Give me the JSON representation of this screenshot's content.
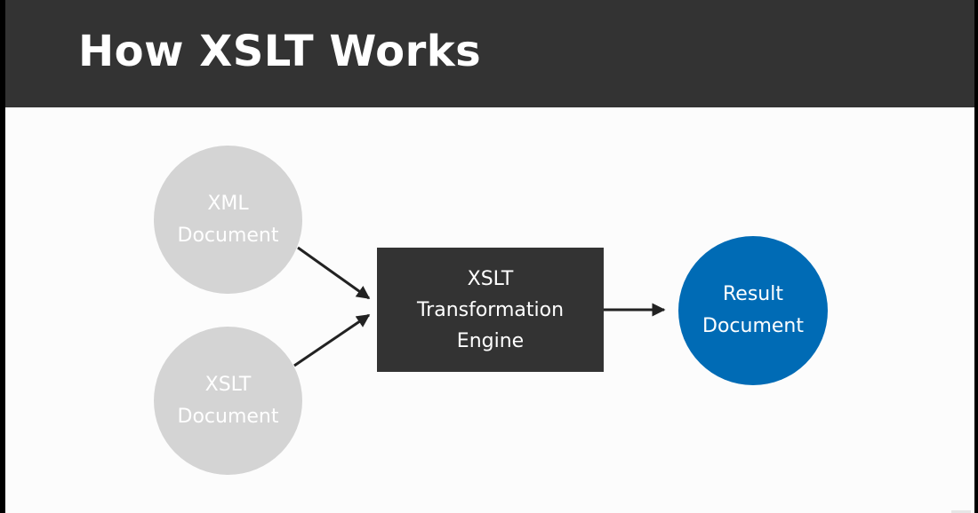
{
  "slide": {
    "title": "How XSLT Works"
  },
  "diagram": {
    "inputs": [
      {
        "line1": "XML",
        "line2": "Document"
      },
      {
        "line1": "XSLT",
        "line2": "Document"
      }
    ],
    "engine": {
      "line1": "XSLT",
      "line2": "Transformation",
      "line3": "Engine"
    },
    "output": {
      "line1": "Result",
      "line2": "Document"
    }
  },
  "colors": {
    "header_bg": "#333333",
    "input_node": "#d4d4d4",
    "engine_box": "#333333",
    "output_node": "#006bb5",
    "arrow": "#222222"
  }
}
